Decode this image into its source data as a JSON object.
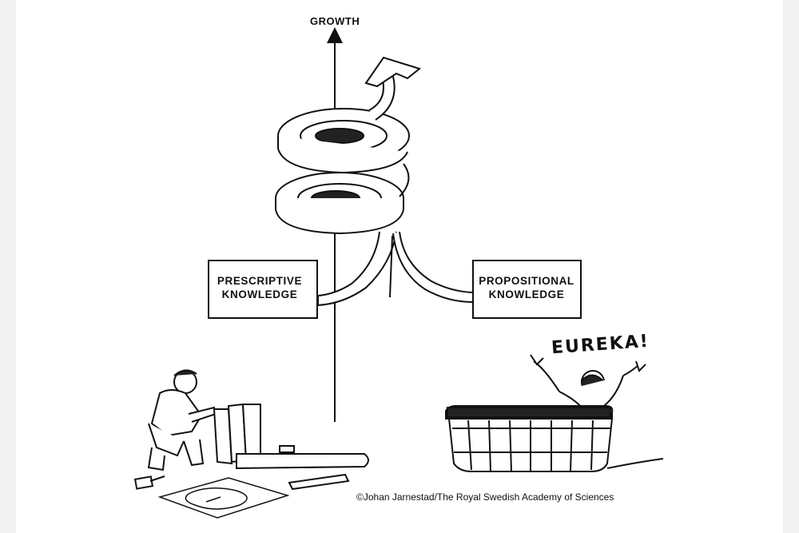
{
  "diagram": {
    "axis_label": "GROWTH",
    "left_box": {
      "line1": "PRESCRIPTIVE",
      "line2": "KNOWLEDGE"
    },
    "right_box": {
      "line1": "PROPOSITIONAL",
      "line2": "KNOWLEDGE"
    },
    "exclamation": "EUREKA!",
    "credit": "©Johan Jarnestad/The Royal Swedish Academy of Sciences"
  },
  "colors": {
    "ink": "#111111",
    "paper": "#ffffff",
    "water": "#222222"
  },
  "icons": [
    "arrow-up-icon",
    "spiral-arrow-icon",
    "craftsman-figure",
    "bathing-figure",
    "hammer-icon",
    "plan-sheet"
  ]
}
